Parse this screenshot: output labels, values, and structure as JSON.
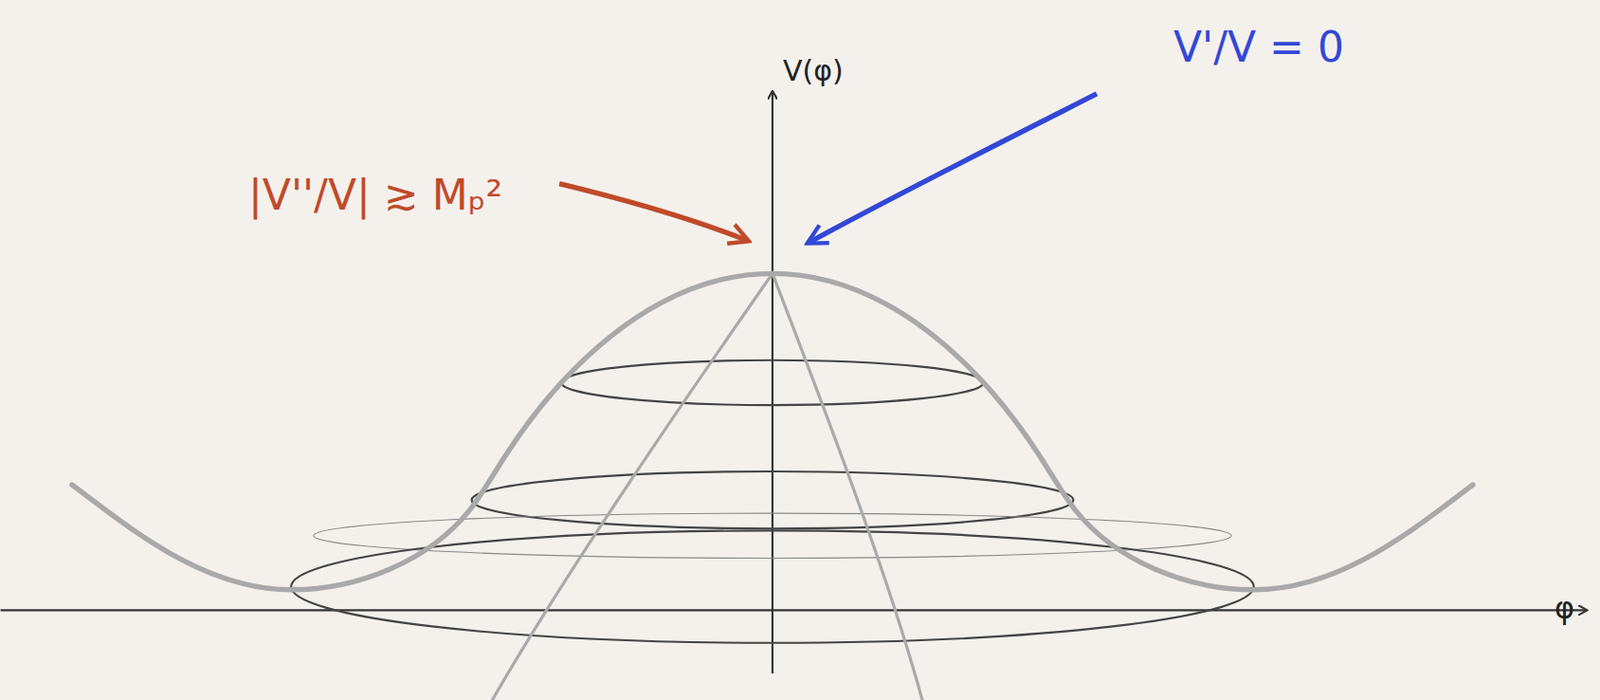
{
  "diagram": {
    "labels": [
      "V(φ)",
      "φ",
      "|V''/V| ≳ Mₚ²",
      "V'/V = 0"
    ]
  }
}
